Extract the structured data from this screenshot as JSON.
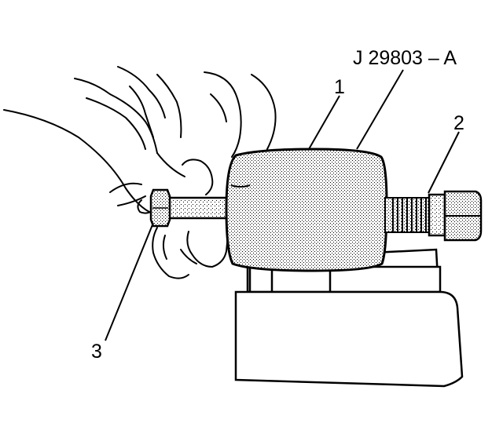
{
  "callouts": {
    "tool_number": "J 29803 – A",
    "part_1": "1",
    "part_2": "2",
    "part_3": "3"
  },
  "colors": {
    "line": "#000000",
    "background": "#ffffff",
    "stipple": "#000000"
  }
}
